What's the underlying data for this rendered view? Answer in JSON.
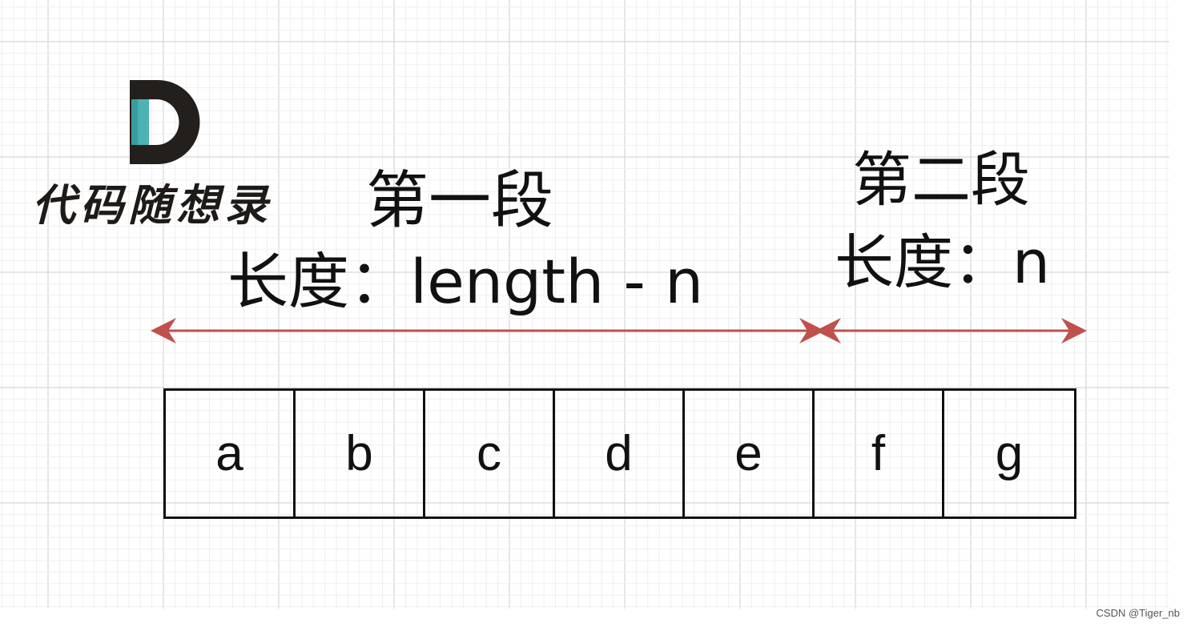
{
  "logo": {
    "text": "代码随想录",
    "colors": {
      "dark": "#231f1c",
      "teal": "#4cb3b5"
    }
  },
  "segments": [
    {
      "title": "第一段",
      "length": "长度：length - n"
    },
    {
      "title": "第二段",
      "length": "长度：n"
    }
  ],
  "arrow_color": "#c0504d",
  "cells": [
    "a",
    "b",
    "c",
    "d",
    "e",
    "f",
    "g"
  ],
  "watermark": "CSDN @Tiger_nb"
}
